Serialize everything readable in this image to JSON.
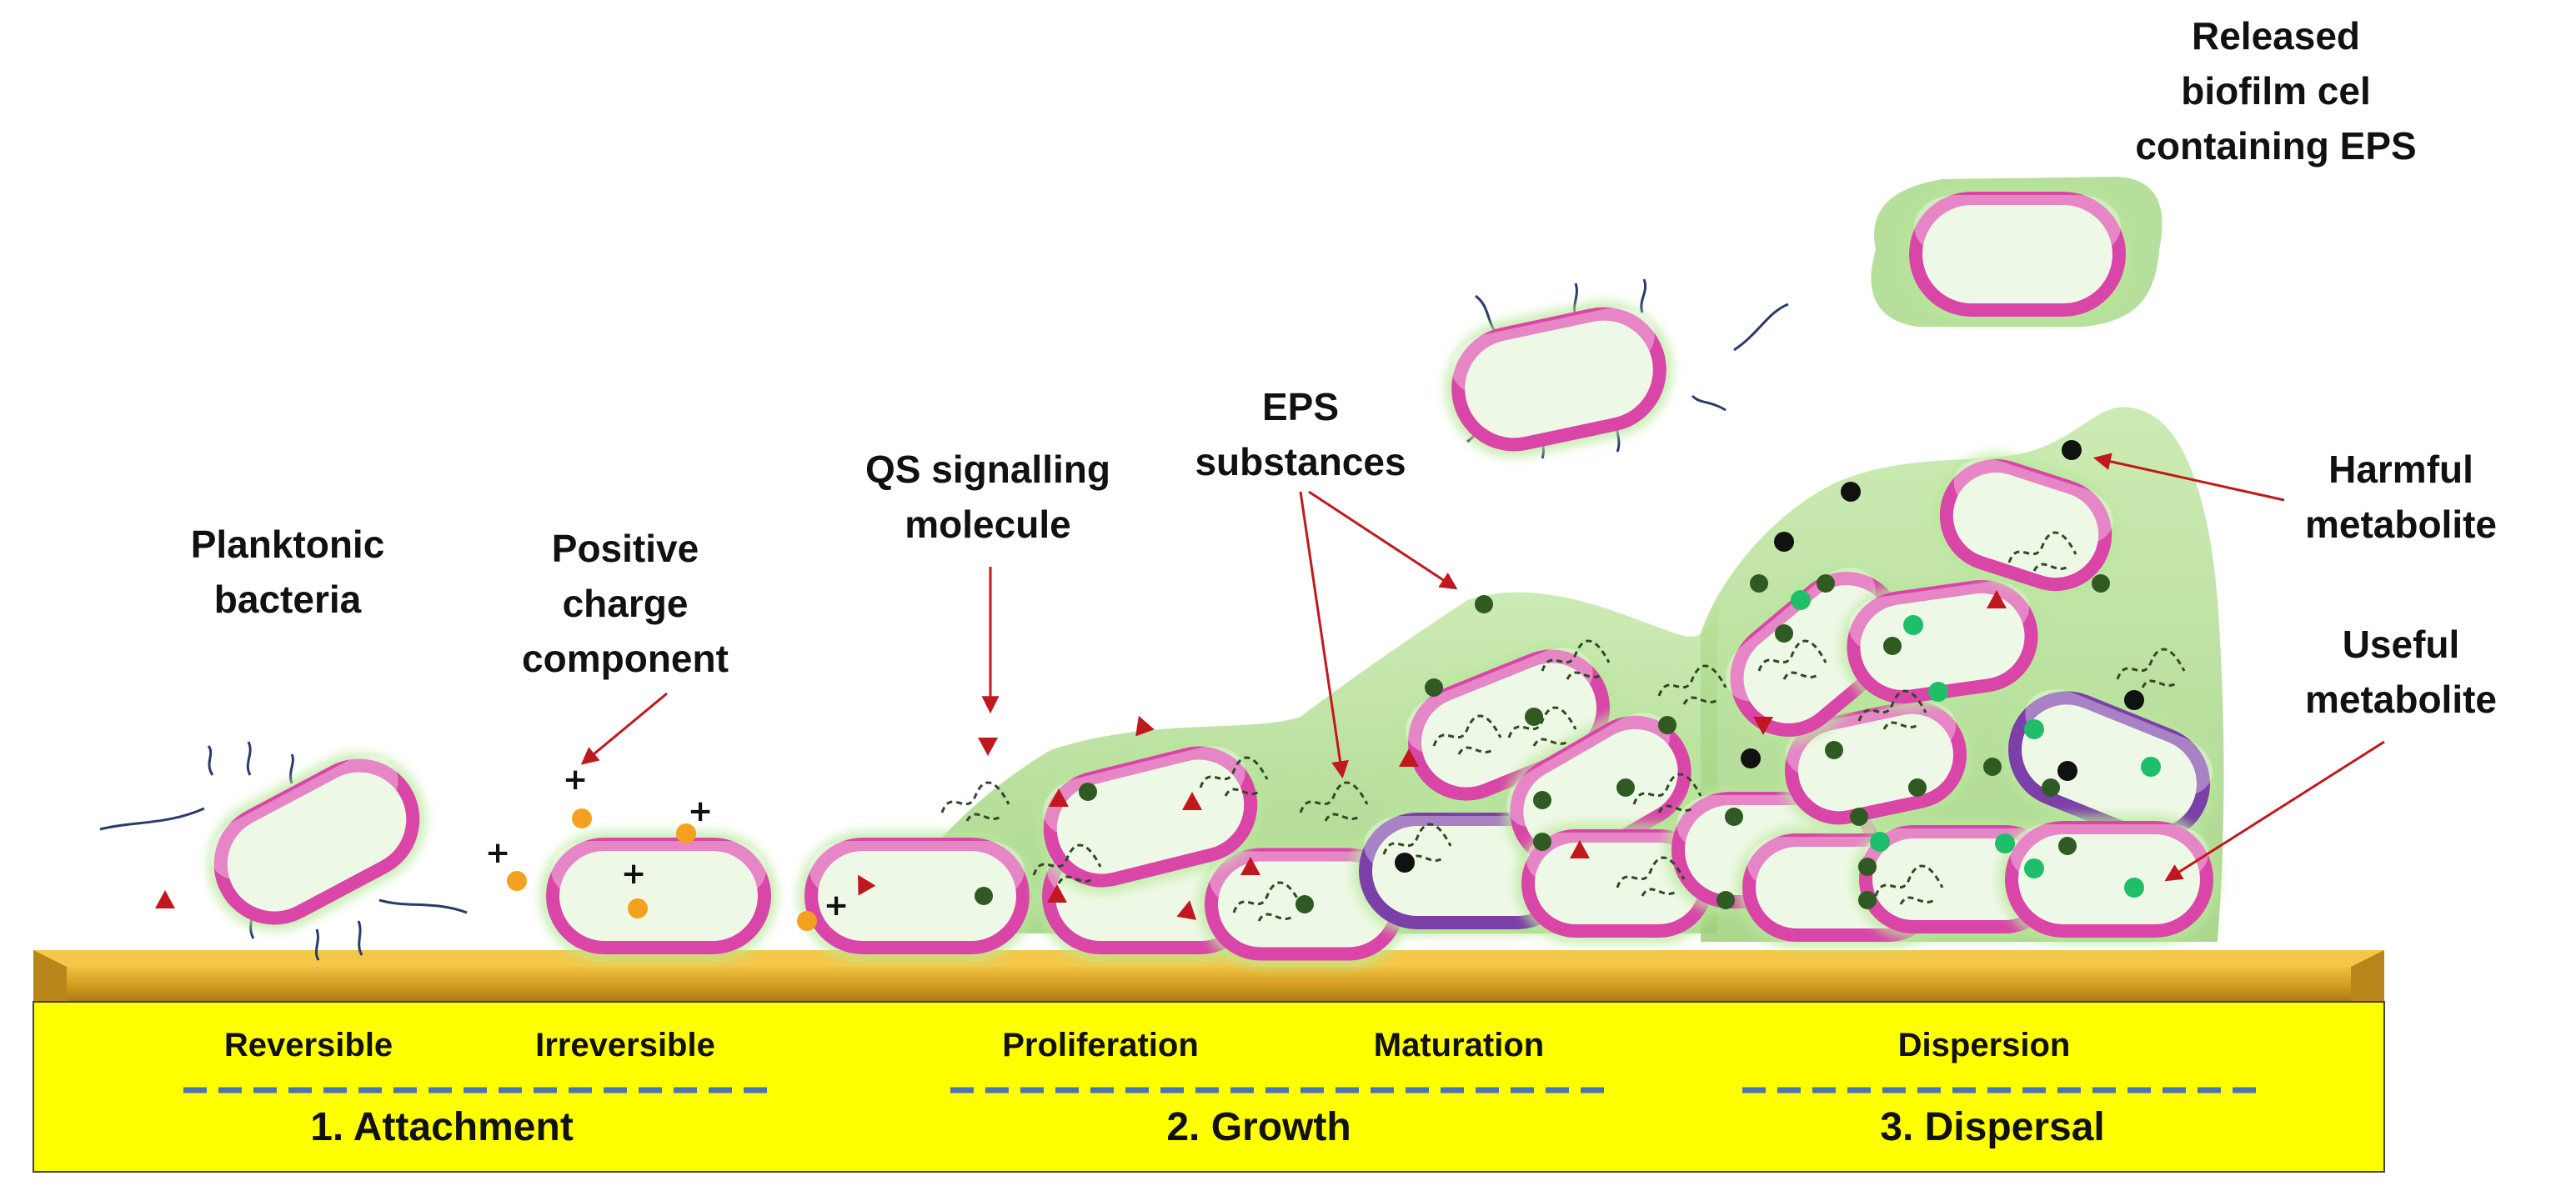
{
  "labels": {
    "planktonic": "Planktonic\nbacteria",
    "positive_charge": "Positive\ncharge\ncomponent",
    "qs_signalling": "QS signalling\nmolecule",
    "eps_substances": "EPS\nsubstances",
    "released_cell": "Released\nbiofilm cel\ncontaining EPS",
    "harmful": "Harmful\nmetabolite",
    "useful": "Useful\nmetabolite"
  },
  "stages": {
    "reversible": "Reversible",
    "irreversible": "Irreversible",
    "proliferation": "Proliferation",
    "maturation": "Maturation",
    "dispersion": "Dispersion"
  },
  "phases": {
    "attachment": "1. Attachment",
    "growth": "2. Growth",
    "dispersal": "3. Dispersal"
  },
  "colors": {
    "cell_outline": "#d946a8",
    "cell_outline_alt": "#7b3fa8",
    "cell_fill": "#eef8e6",
    "eps_matrix": "#a9d98a",
    "substrate": "#d4a020",
    "base_band": "#ffff00",
    "arrow": "#c0181e",
    "dash": "#4a74b4",
    "metabolite_harmful": "#111111",
    "metabolite_useful": "#1fbf6a",
    "metabolite_dark": "#2f5a22",
    "charge_dot": "#f5a020",
    "qs_triangle": "#c0181e"
  }
}
